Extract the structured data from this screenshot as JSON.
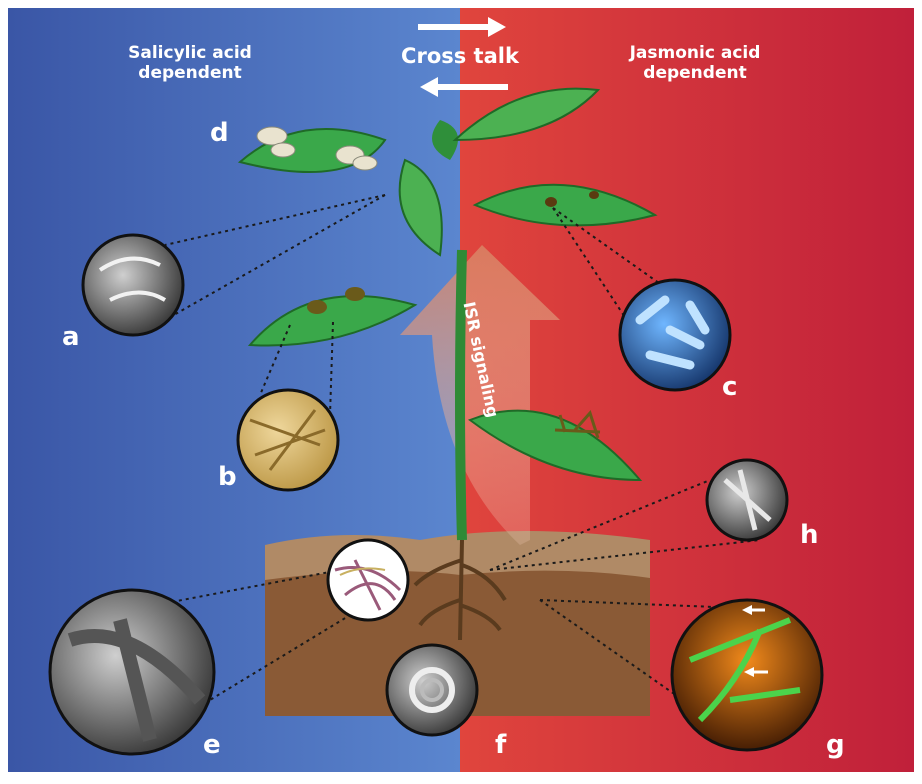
{
  "labels": {
    "left_heading": "Salicylic acid dependent",
    "right_heading": "Jasmonic acid dependent",
    "cross_talk": "Cross talk",
    "isr": "ISR signaling"
  },
  "panels": [
    "a",
    "b",
    "c",
    "d",
    "e",
    "f",
    "g",
    "h"
  ],
  "colors": {
    "left_panel": "#3e63b3",
    "right_panel": "#cf2b3a",
    "leaf": "#2f9a3a",
    "soil": "#8a5a36",
    "arrow": "#d98b70"
  }
}
